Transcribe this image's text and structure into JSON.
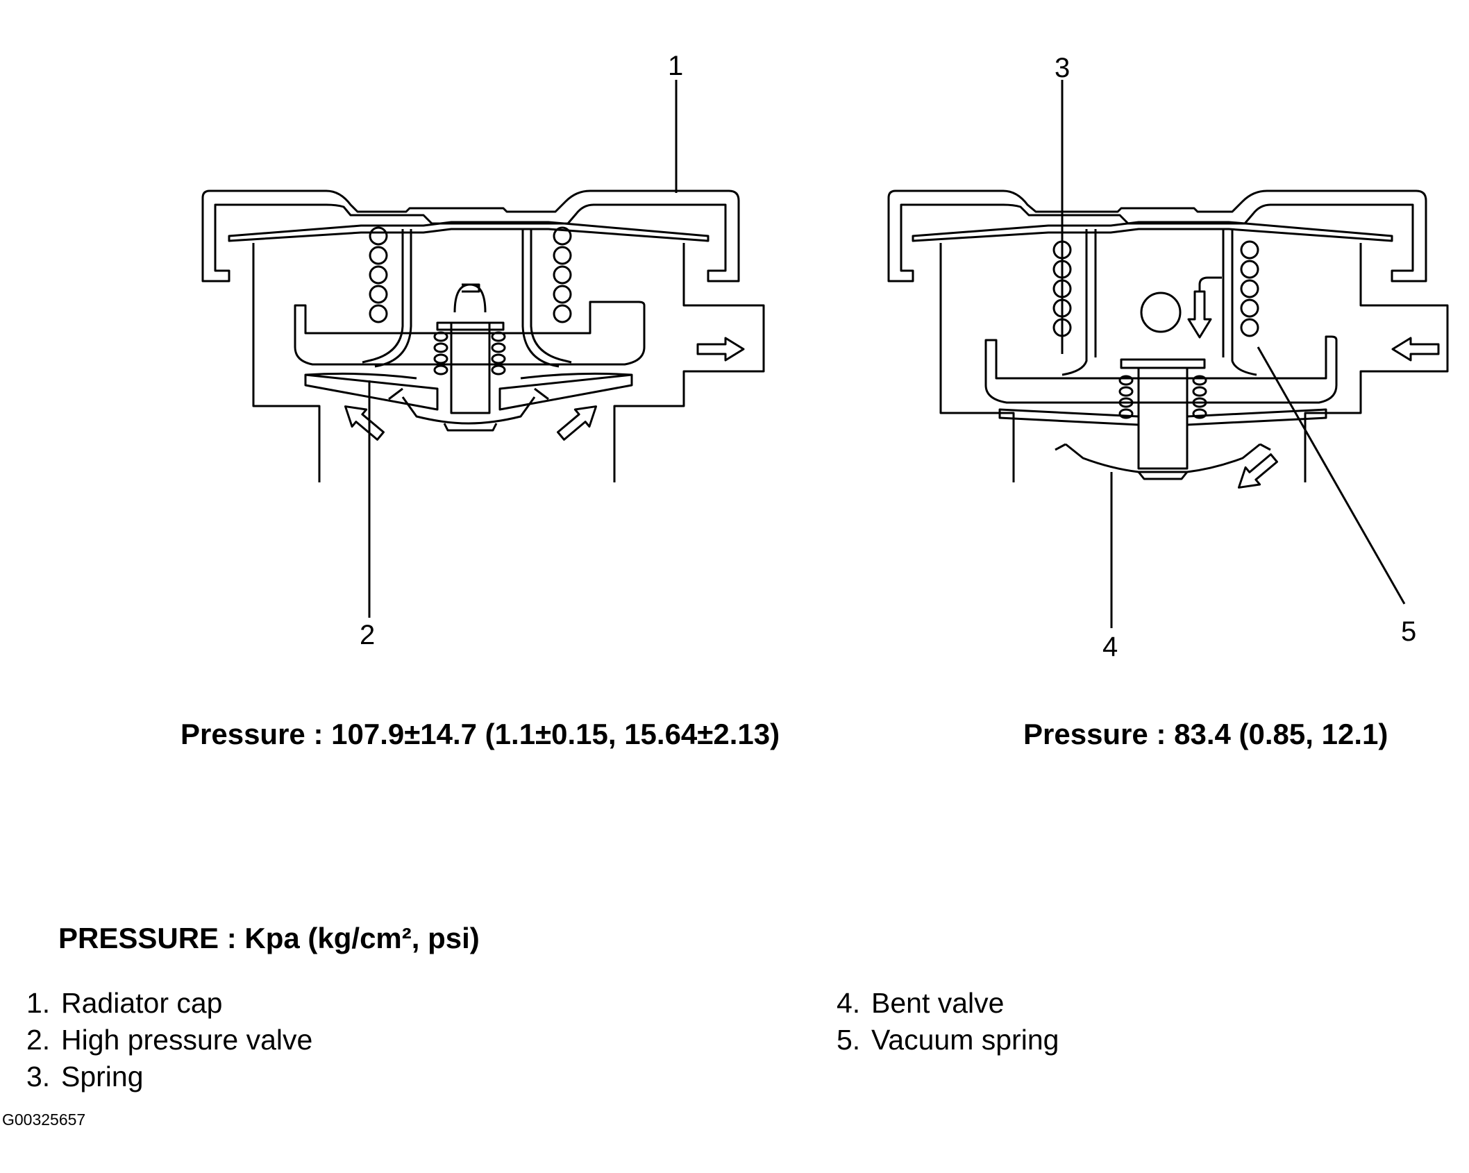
{
  "callouts": {
    "c1": "1",
    "c2": "2",
    "c3": "3",
    "c4": "4",
    "c5": "5"
  },
  "captions": {
    "left_pressure": "Pressure : 107.9±14.7 (1.1±0.15, 15.64±2.13)",
    "right_pressure": "Pressure : 83.4 (0.85, 12.1)"
  },
  "units_label": "PRESSURE : Kpa (kg/cm², psi)",
  "legend": [
    {
      "num": "1.",
      "label": "Radiator cap"
    },
    {
      "num": "2.",
      "label": "High pressure valve"
    },
    {
      "num": "3.",
      "label": "Spring"
    },
    {
      "num": "4.",
      "label": "Bent valve"
    },
    {
      "num": "5.",
      "label": "Vacuum spring"
    }
  ],
  "figure_id": "G00325657"
}
